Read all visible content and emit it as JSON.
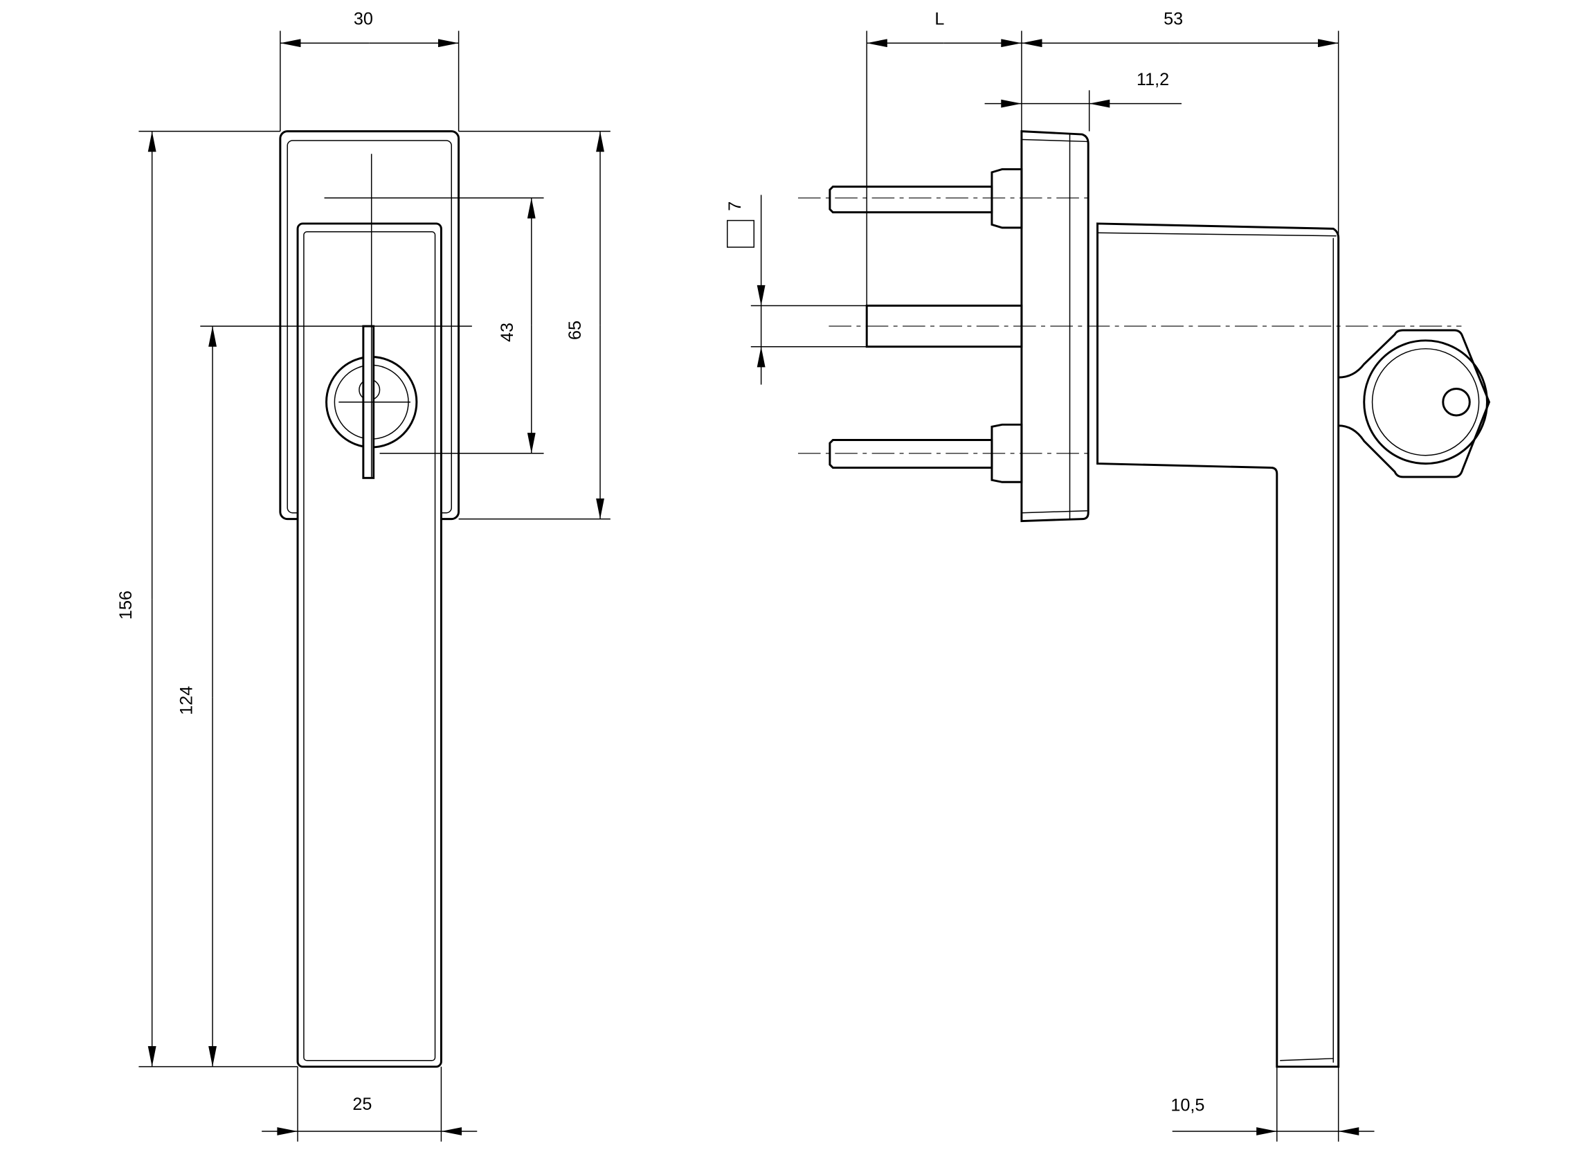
{
  "drawing": {
    "front_view": {
      "dim_width_top": "30",
      "dim_height_rose": "65",
      "dim_key_offset": "43",
      "dim_total_height": "156",
      "dim_grip_length": "124",
      "dim_grip_width": "25"
    },
    "side_view": {
      "dim_spindle_length": "L",
      "dim_projection": "53",
      "dim_rose_depth": "11,2",
      "dim_spindle_square": "7",
      "dim_grip_thickness": "10,5"
    },
    "colors": {
      "line": "#000000",
      "background": "#ffffff"
    }
  }
}
